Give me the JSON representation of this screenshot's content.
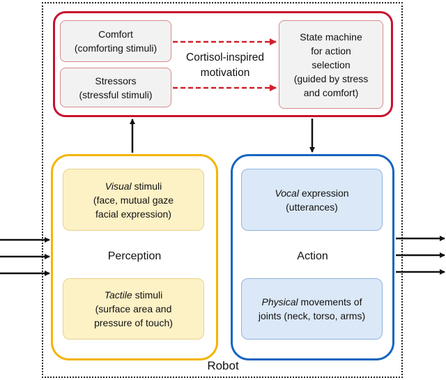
{
  "robot": {
    "label": "Robot"
  },
  "motivation": {
    "label_line1": "Cortisol-inspired",
    "label_line2": "motivation",
    "comfort": {
      "line1": "Comfort",
      "line2": "(comforting stimuli)"
    },
    "stressors": {
      "line1": "Stressors",
      "line2": "(stressful stimuli)"
    },
    "state_machine": {
      "line1": "State machine",
      "line2": "for action",
      "line3": "selection",
      "line4": "(guided by stress",
      "line5": "and comfort)"
    }
  },
  "perception": {
    "label": "Perception",
    "visual": {
      "emphasis": "Visual",
      "rest": " stimuli",
      "line2": "(face, mutual gaze",
      "line3": "facial expression)"
    },
    "tactile": {
      "emphasis": "Tactile",
      "rest": " stimuli",
      "line2": "(surface area and",
      "line3": "pressure of touch)"
    }
  },
  "action": {
    "label": "Action",
    "vocal": {
      "emphasis": "Vocal",
      "rest": " expression",
      "line2": "(utterances)"
    },
    "physical": {
      "emphasis": "Physical",
      "rest": " movements of",
      "line2": "joints (neck, torso, arms)"
    }
  },
  "colors": {
    "motivation_border": "#c8102e",
    "perception_border": "#f4b400",
    "action_border": "#1565c0",
    "dashed_arrow": "#d0202a"
  }
}
